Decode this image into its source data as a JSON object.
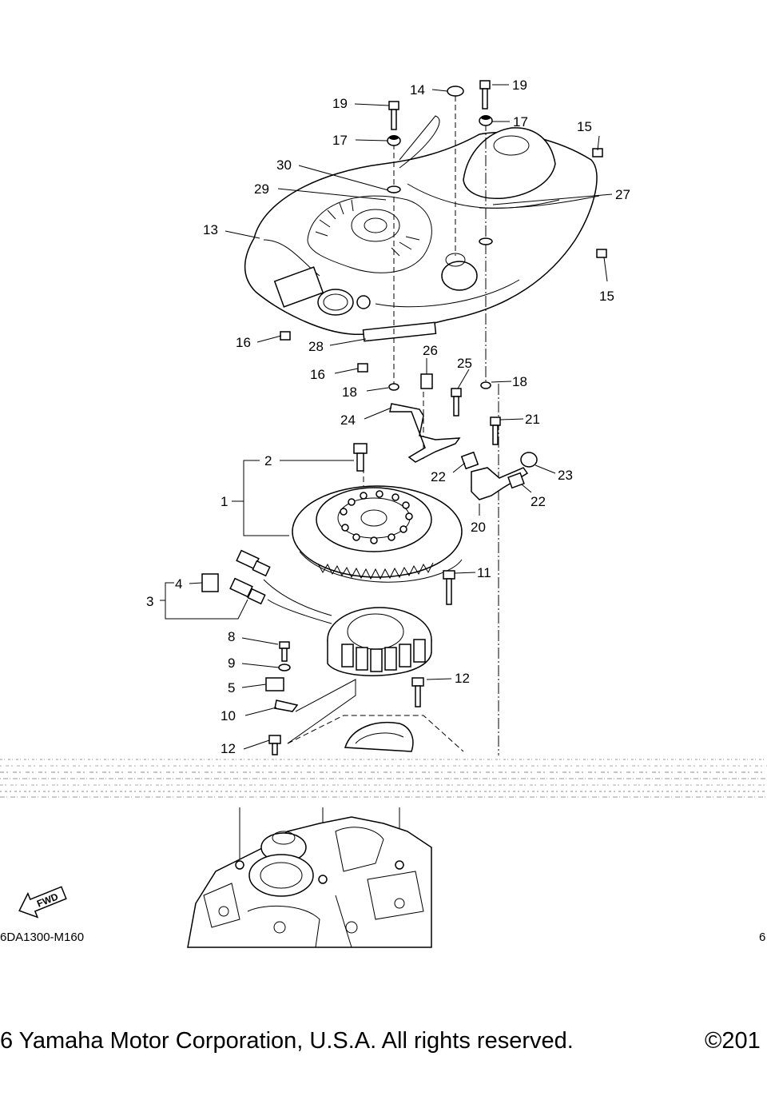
{
  "diagram": {
    "callouts": [
      {
        "id": "c14",
        "text": "14"
      },
      {
        "id": "c19a",
        "text": "19"
      },
      {
        "id": "c19b",
        "text": "19"
      },
      {
        "id": "c17a",
        "text": "17"
      },
      {
        "id": "c17b",
        "text": "17"
      },
      {
        "id": "c15a",
        "text": "15"
      },
      {
        "id": "c15b",
        "text": "15"
      },
      {
        "id": "c30",
        "text": "30"
      },
      {
        "id": "c29",
        "text": "29"
      },
      {
        "id": "c27",
        "text": "27"
      },
      {
        "id": "c13",
        "text": "13"
      },
      {
        "id": "c16a",
        "text": "16"
      },
      {
        "id": "c16b",
        "text": "16"
      },
      {
        "id": "c28",
        "text": "28"
      },
      {
        "id": "c26",
        "text": "26"
      },
      {
        "id": "c25",
        "text": "25"
      },
      {
        "id": "c18a",
        "text": "18"
      },
      {
        "id": "c18b",
        "text": "18"
      },
      {
        "id": "c24",
        "text": "24"
      },
      {
        "id": "c21",
        "text": "21"
      },
      {
        "id": "c2",
        "text": "2"
      },
      {
        "id": "c22a",
        "text": "22"
      },
      {
        "id": "c23",
        "text": "23"
      },
      {
        "id": "c22b",
        "text": "22"
      },
      {
        "id": "c1",
        "text": "1"
      },
      {
        "id": "c20",
        "text": "20"
      },
      {
        "id": "c4",
        "text": "4"
      },
      {
        "id": "c11",
        "text": "11"
      },
      {
        "id": "c3",
        "text": "3"
      },
      {
        "id": "c8",
        "text": "8"
      },
      {
        "id": "c9",
        "text": "9"
      },
      {
        "id": "c5",
        "text": "5"
      },
      {
        "id": "c12a",
        "text": "12"
      },
      {
        "id": "c10",
        "text": "10"
      },
      {
        "id": "c12b",
        "text": "12"
      }
    ],
    "fwd_label": "FWD",
    "code_left": "6DA1300-M160",
    "code_right": "6"
  },
  "footer": {
    "text": "6 Yamaha Motor Corporation, U.S.A. All rights reserved.",
    "copyright": "©201"
  }
}
